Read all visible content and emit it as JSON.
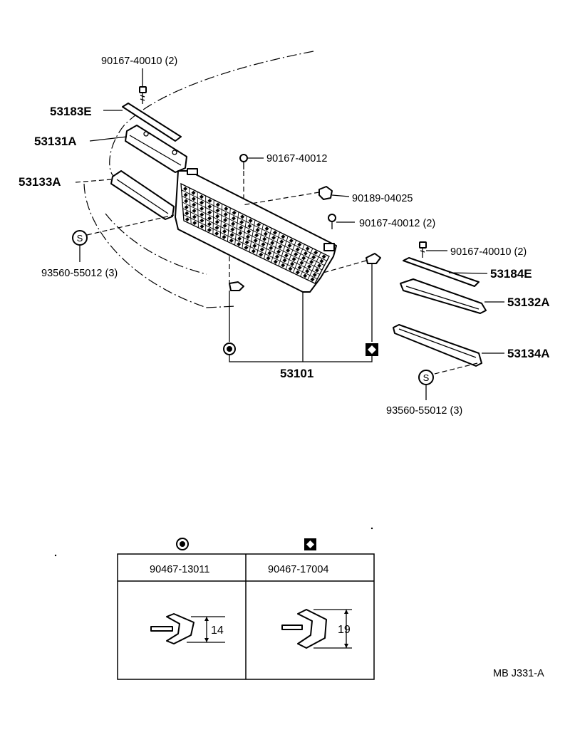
{
  "callouts": {
    "bolt_left_top": "90167-40010 (2)",
    "molding_upper_left": "53183E",
    "grille_upper_left": "53131A",
    "grille_lower_left": "53133A",
    "screw_center": "90167-40012",
    "nut_center": "90189-04025",
    "screw_center_right": "90167-40012 (2)",
    "bolt_right_top": "90167-40010 (2)",
    "clip_left_bottom": "93560-55012 (3)",
    "molding_upper_right": "53184E",
    "grille_upper_right": "53132A",
    "grille_lower_right": "53134A",
    "radiator_grille": "53101",
    "clip_right_bottom": "93560-55012 (3)",
    "s_marker": "S",
    "diagram_code": "MB J331-A"
  },
  "clip_table": {
    "columns": [
      {
        "symbol": "filled-circle",
        "part_no": "90467-13011",
        "dimension": "14"
      },
      {
        "symbol": "diamond-in-square",
        "part_no": "90467-17004",
        "dimension": "19"
      }
    ]
  }
}
